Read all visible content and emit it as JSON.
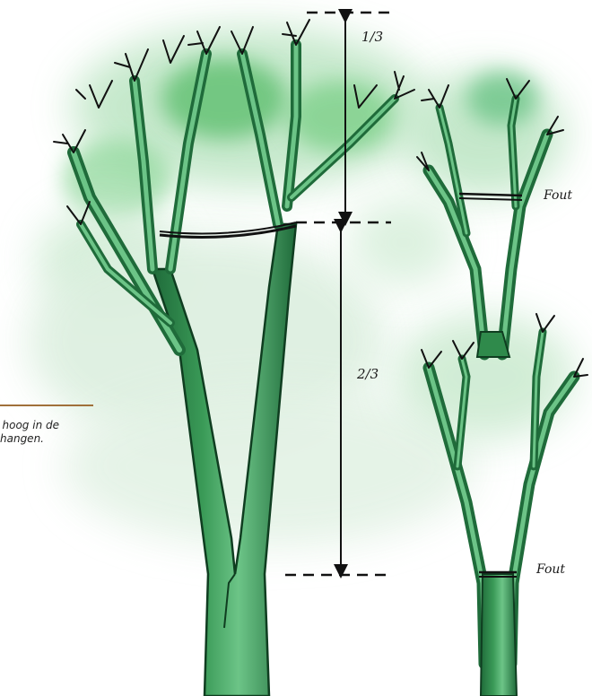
{
  "labels": {
    "top_fraction": "1/3",
    "bottom_fraction": "2/3",
    "wrong_top": "Fout",
    "wrong_bottom": "Fout"
  },
  "caption": {
    "line1": "t hoog in de",
    "line2": "hangen."
  },
  "colors": {
    "trunk_dark": "#1f6b3a",
    "trunk_mid": "#3a9a57",
    "trunk_light": "#6cc487",
    "foliage": "#5fbf6f",
    "ink": "#111111",
    "accent_rule": "#a0703a"
  }
}
